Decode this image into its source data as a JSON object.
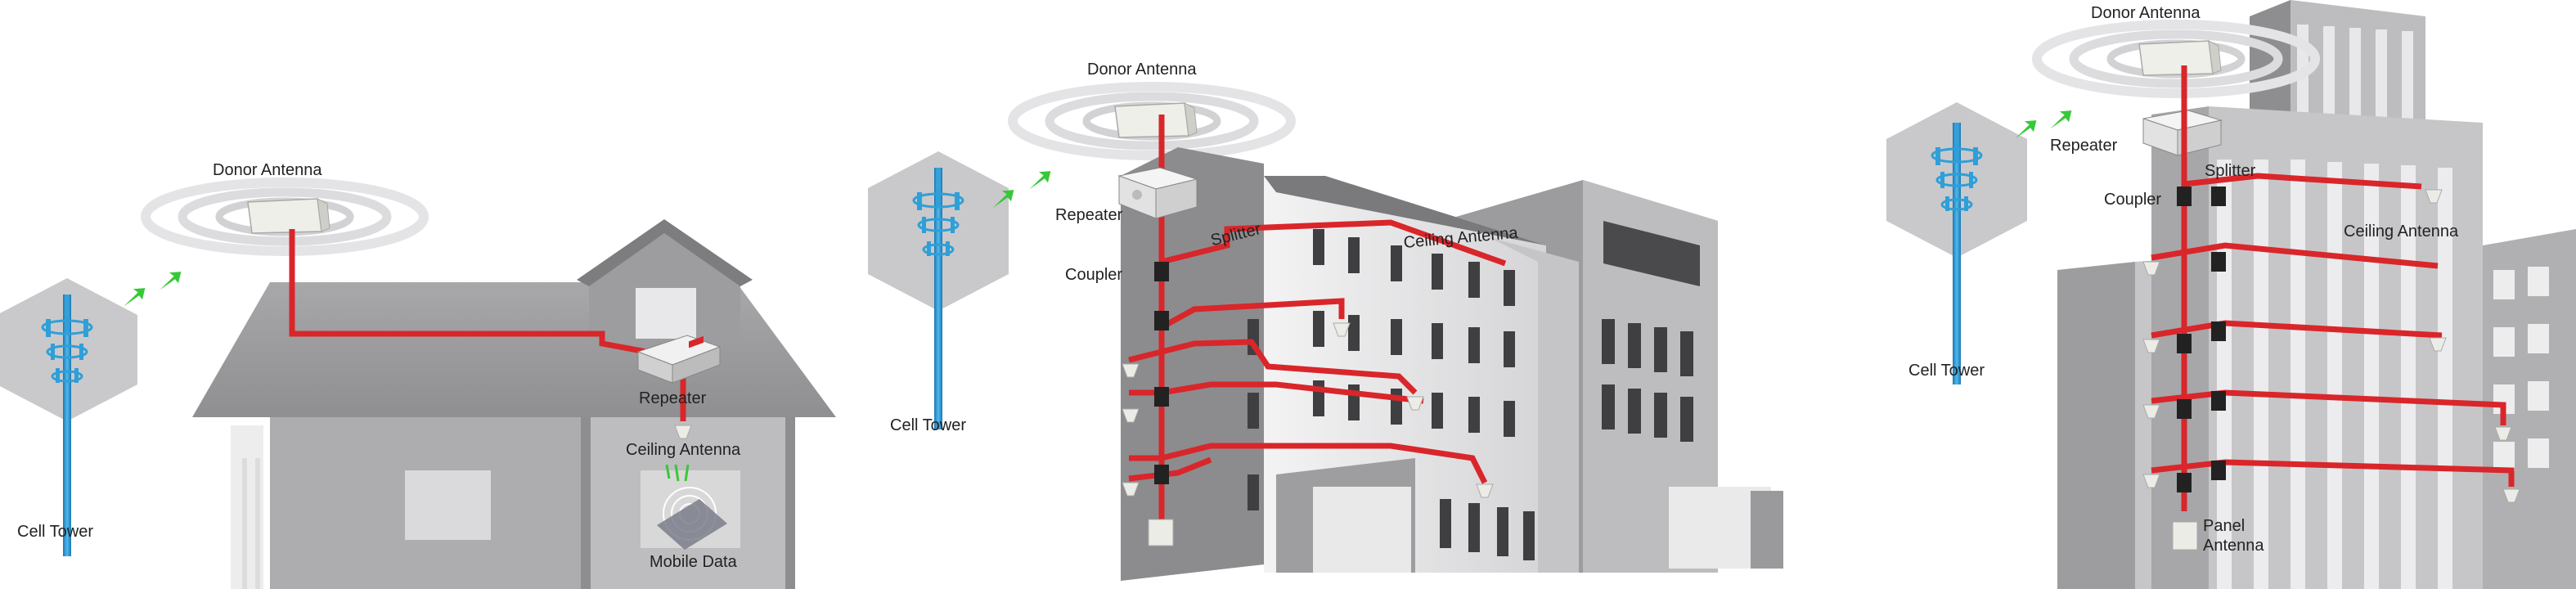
{
  "panels": [
    {
      "labels": {
        "donor_antenna": "Donor Antenna",
        "repeater": "Repeater",
        "ceiling_antenna": "Ceiling Antenna",
        "mobile_data": "Mobile Data",
        "cell_tower": "Cell Tower"
      }
    },
    {
      "labels": {
        "donor_antenna": "Donor Antenna",
        "repeater": "Repeater",
        "splitter": "Splitter",
        "ceiling_antenna": "Ceiling Antenna",
        "coupler": "Coupler",
        "cell_tower": "Cell Tower"
      }
    },
    {
      "labels": {
        "donor_antenna": "Donor Antenna",
        "repeater": "Repeater",
        "splitter": "Splitter",
        "coupler": "Coupler",
        "ceiling_antenna": "Ceiling Antenna",
        "cell_tower": "Cell Tower",
        "panel_antenna_line1": "Panel",
        "panel_antenna_line2": "Antenna"
      }
    }
  ],
  "colors": {
    "cable": "#d9262a",
    "tower": "#2f9fd8",
    "signal": "#37c837",
    "building_light": "#e4e4e6",
    "building_mid": "#b4b4b6",
    "building_dark": "#8c8c8e",
    "hexagon": "#c9c9cb"
  }
}
